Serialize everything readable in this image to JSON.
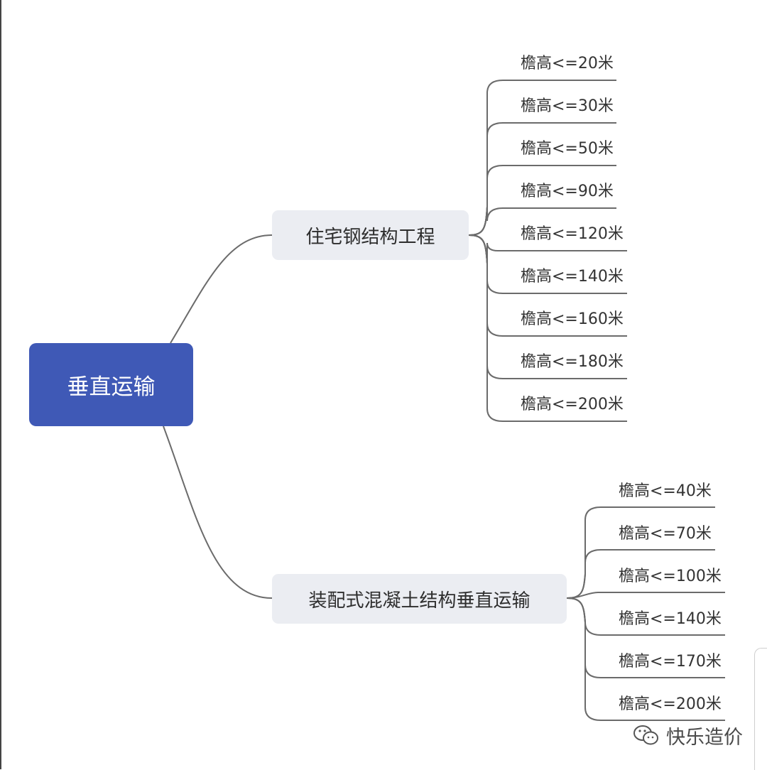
{
  "mindmap": {
    "root": {
      "label": "垂直运输",
      "color": "#3f59b6"
    },
    "branches": [
      {
        "label": "住宅钢结构工程",
        "leaves": [
          "檐高<=20米",
          "檐高<=30米",
          "檐高<=50米",
          "檐高<=90米",
          "檐高<=120米",
          "檐高<=140米",
          "檐高<=160米",
          "檐高<=180米",
          "檐高<=200米"
        ]
      },
      {
        "label": "装配式混凝土结构垂直运输",
        "leaves": [
          "檐高<=40米",
          "檐高<=70米",
          "檐高<=100米",
          "檐高<=140米",
          "檐高<=170米",
          "檐高<=200米"
        ]
      }
    ]
  },
  "watermark": {
    "icon": "wechat-icon",
    "text": "快乐造价"
  },
  "colors": {
    "connector": "#6b6b6b",
    "branch_fill": "#ebedf2",
    "text": "#333333"
  }
}
